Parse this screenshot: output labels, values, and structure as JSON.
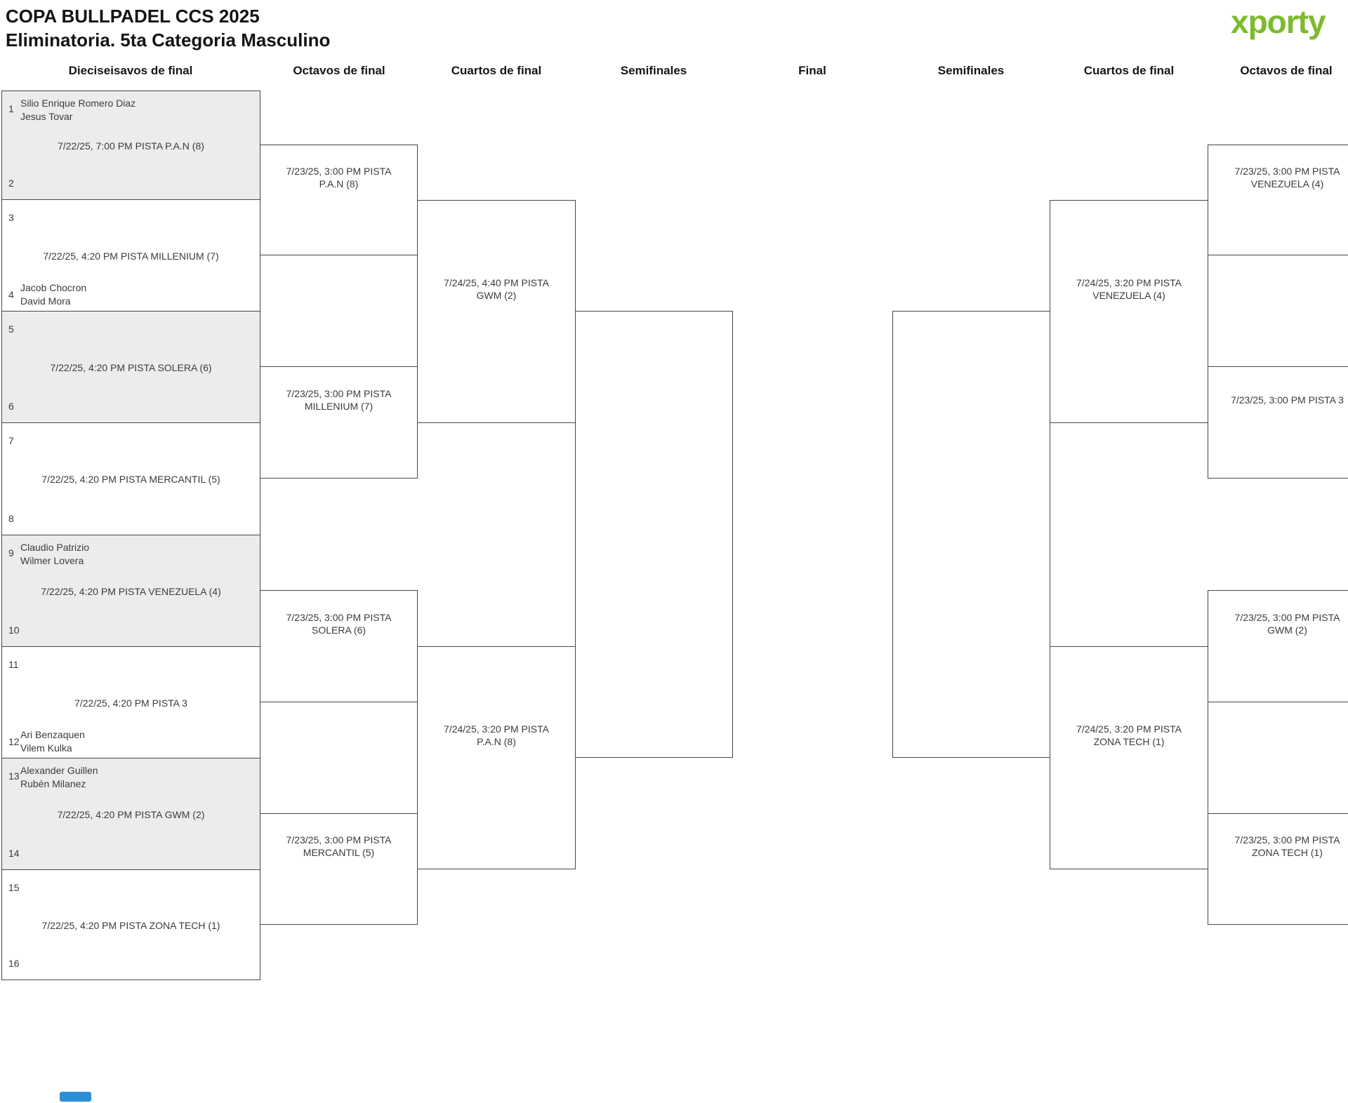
{
  "header": {
    "title_line1": "COPA BULLPADEL CCS 2025",
    "title_line2": "Eliminatoria. 5ta Categoria Masculino",
    "logo_text": "xporty"
  },
  "colors": {
    "logo_green": "#7CBB2D",
    "logo_blue": "#2FA8DF",
    "logo_orange": "#E8720F",
    "bracket_line": "#474747",
    "shaded_match_bg": "#ececec",
    "scroll_accent_blue": "#2B8FD8"
  },
  "round_headers": [
    "Dieciseisavos de final",
    "Octavos de final",
    "Cuartos de final",
    "Semifinales",
    "Final",
    "Semifinales",
    "Cuartos de final",
    "Octavos de final"
  ],
  "left_r32": [
    {
      "seed_top": "1",
      "seed_bottom": "2",
      "players_top": [
        "Silio Enrique Romero Diaz",
        "Jesus Tovar"
      ],
      "schedule": "7/22/25, 7:00 PM PISTA P.A.N (8)"
    },
    {
      "seed_top": "3",
      "seed_bottom": "4",
      "players_bottom": [
        "Jacob Chocron",
        "David Mora"
      ],
      "schedule": "7/22/25, 4:20 PM PISTA MILLENIUM (7)"
    },
    {
      "seed_top": "5",
      "seed_bottom": "6",
      "schedule": "7/22/25, 4:20 PM PISTA SOLERA (6)"
    },
    {
      "seed_top": "7",
      "seed_bottom": "8",
      "schedule": "7/22/25, 4:20 PM PISTA MERCANTIL (5)"
    },
    {
      "seed_top": "9",
      "seed_bottom": "10",
      "players_top": [
        "Claudio Patrizio",
        "Wilmer Lovera"
      ],
      "schedule": "7/22/25, 4:20 PM PISTA VENEZUELA (4)"
    },
    {
      "seed_top": "11",
      "seed_bottom": "12",
      "players_bottom": [
        "Ari Benzaquen",
        "Vilem Kulka"
      ],
      "schedule": "7/22/25, 4:20 PM PISTA 3"
    },
    {
      "seed_top": "13",
      "seed_bottom": "14",
      "players_top": [
        "Alexander Guillen",
        "Rubén Milanez"
      ],
      "schedule": "7/22/25, 4:20 PM PISTA GWM (2)"
    },
    {
      "seed_top": "15",
      "seed_bottom": "16",
      "schedule": "7/22/25, 4:20 PM PISTA ZONA TECH (1)"
    }
  ],
  "left_r16": [
    {
      "line1": "7/23/25, 3:00 PM PISTA",
      "line2": "P.A.N (8)"
    },
    {
      "line1": "7/23/25, 3:00 PM PISTA",
      "line2": "MILLENIUM (7)"
    },
    {
      "line1": "7/23/25, 3:00 PM PISTA",
      "line2": "SOLERA (6)"
    },
    {
      "line1": "7/23/25, 3:00 PM PISTA",
      "line2": "MERCANTIL (5)"
    }
  ],
  "left_qf": [
    {
      "line1": "7/24/25, 4:40 PM PISTA",
      "line2": "GWM (2)"
    },
    {
      "line1": "7/24/25, 3:20 PM PISTA",
      "line2": "P.A.N (8)"
    }
  ],
  "right_qf": [
    {
      "line1": "7/24/25, 3:20 PM PISTA",
      "line2": "VENEZUELA (4)"
    },
    {
      "line1": "7/24/25, 3:20 PM PISTA",
      "line2": "ZONA TECH (1)"
    }
  ],
  "right_r16": [
    {
      "line1": "7/23/25, 3:00 PM PISTA",
      "line2": "VENEZUELA (4)"
    },
    {
      "line1": "7/23/25, 3:00 PM PISTA 3",
      "line2": ""
    },
    {
      "line1": "7/23/25, 3:00 PM PISTA",
      "line2": "GWM (2)"
    },
    {
      "line1": "7/23/25, 3:00 PM PISTA",
      "line2": "ZONA TECH (1)"
    }
  ]
}
